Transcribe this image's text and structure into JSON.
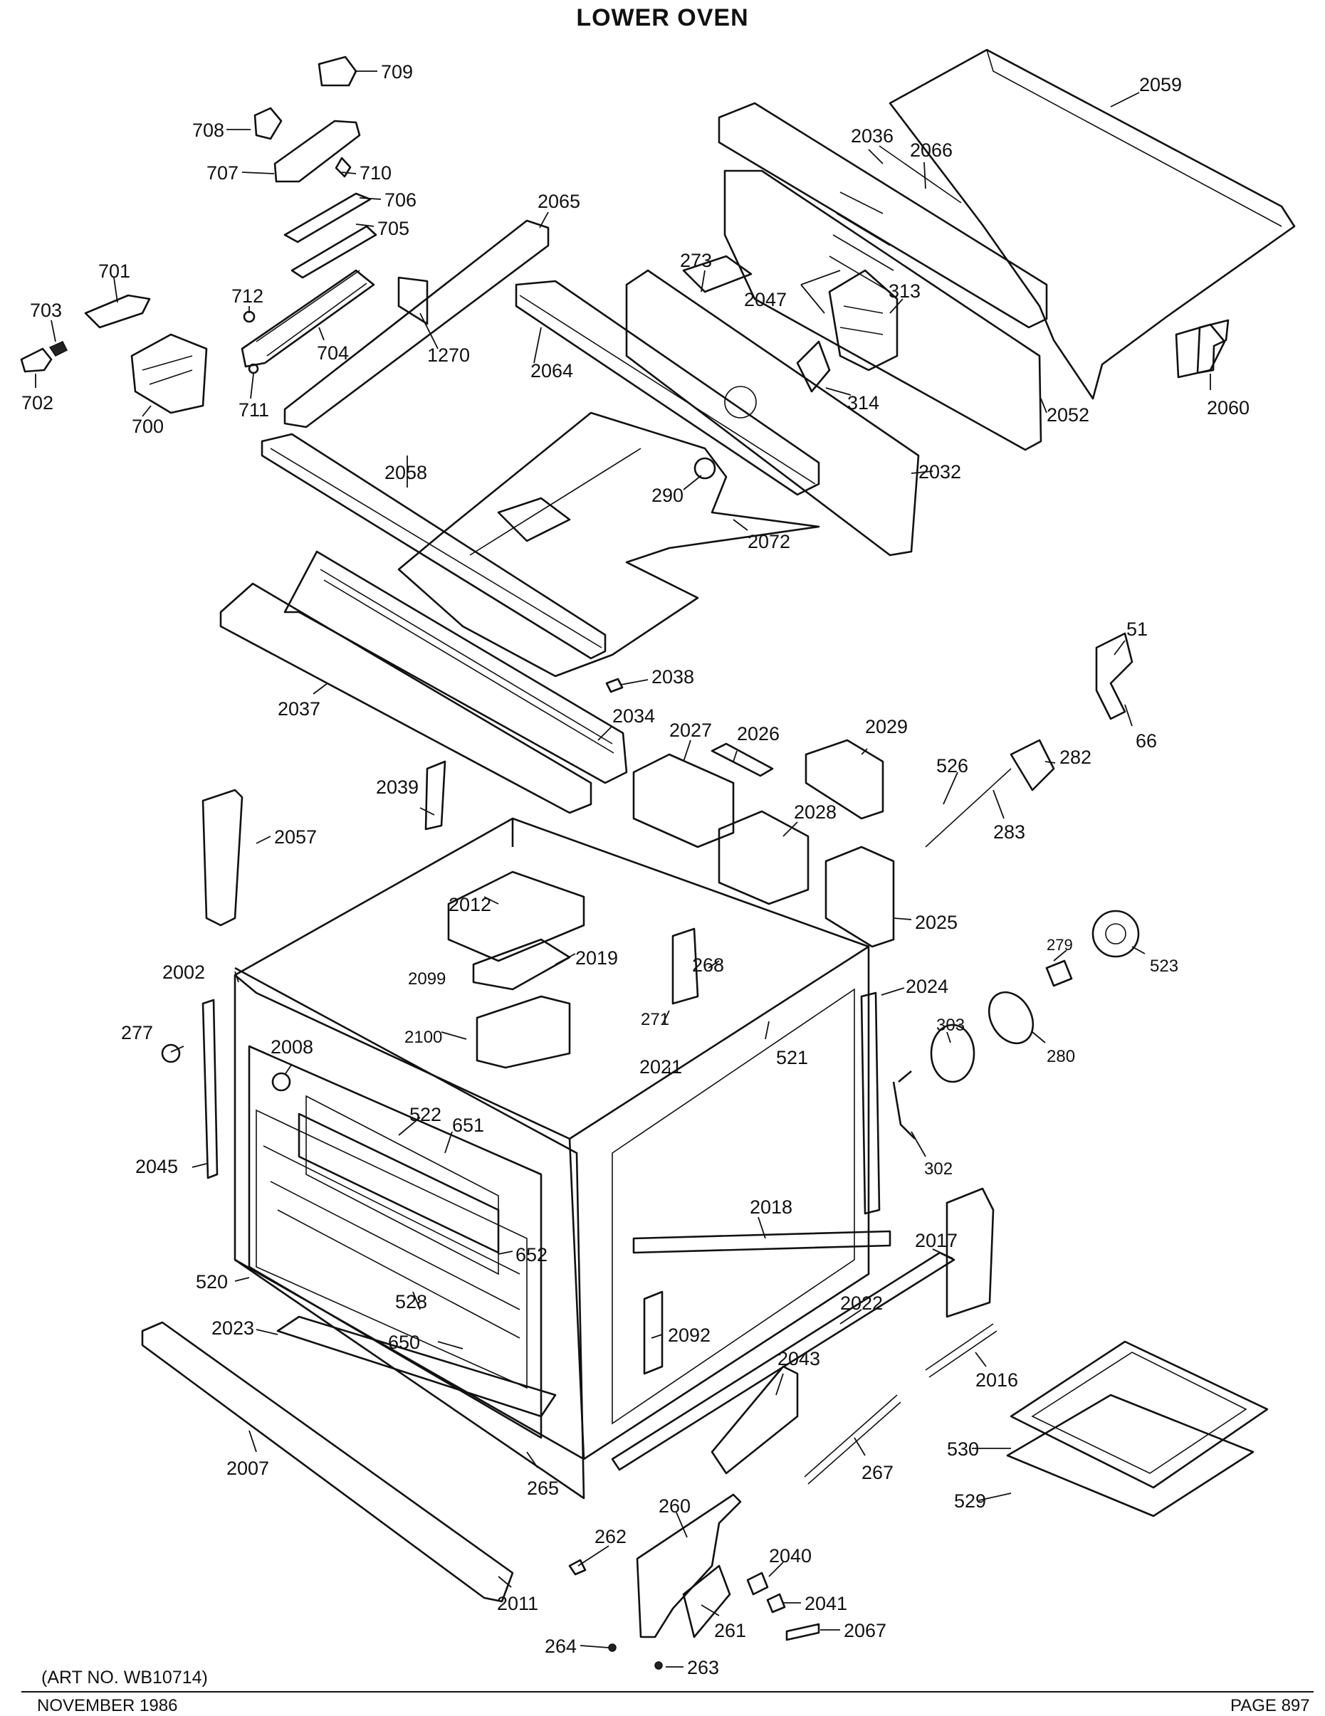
{
  "header": {
    "title": "LOWER OVEN"
  },
  "footer": {
    "art_no": "(ART NO. WB10714)",
    "date_fragment": "NOVEMBER 1986",
    "page": "PAGE 897"
  },
  "callouts": {
    "709": "709",
    "708": "708",
    "707": "707",
    "710": "710",
    "706": "706",
    "705": "705",
    "701": "701",
    "703": "703",
    "702": "702",
    "700": "700",
    "712": "712",
    "711": "711",
    "704": "704",
    "1270": "1270",
    "2065": "2065",
    "2064": "2064",
    "2058": "2058",
    "2059": "2059",
    "2036": "2036",
    "2066": "2066",
    "273": "273",
    "2047": "2047",
    "313": "313",
    "314": "314",
    "2052": "2052",
    "2060": "2060",
    "2032": "2032",
    "290": "290",
    "2072": "2072",
    "2038": "2038",
    "2037": "2037",
    "2034": "2034",
    "2027": "2027",
    "2026": "2026",
    "2029": "2029",
    "51": "51",
    "66": "66",
    "282": "282",
    "526": "526",
    "283": "283",
    "2039": "2039",
    "2057": "2057",
    "2028": "2028",
    "2012": "2012",
    "2025": "2025",
    "279": "279",
    "523": "523",
    "2002": "2002",
    "2099": "2099",
    "2019": "2019",
    "268": "268",
    "2024": "2024",
    "277": "277",
    "2100": "2100",
    "271": "271",
    "521": "521",
    "303": "303",
    "280": "280",
    "2008": "2008",
    "2021": "2021",
    "522": "522",
    "651": "651",
    "2045": "2045",
    "302": "302",
    "2018": "2018",
    "2017": "2017",
    "652": "652",
    "520": "520",
    "528": "528",
    "2022": "2022",
    "2023": "2023",
    "650": "650",
    "2092": "2092",
    "2016": "2016",
    "2043": "2043",
    "530": "530",
    "2007": "2007",
    "267": "267",
    "265": "265",
    "529": "529",
    "260": "260",
    "262": "262",
    "2040": "2040",
    "2041": "2041",
    "2011": "2011",
    "261": "261",
    "2067": "2067",
    "264": "264",
    "263": "263"
  }
}
